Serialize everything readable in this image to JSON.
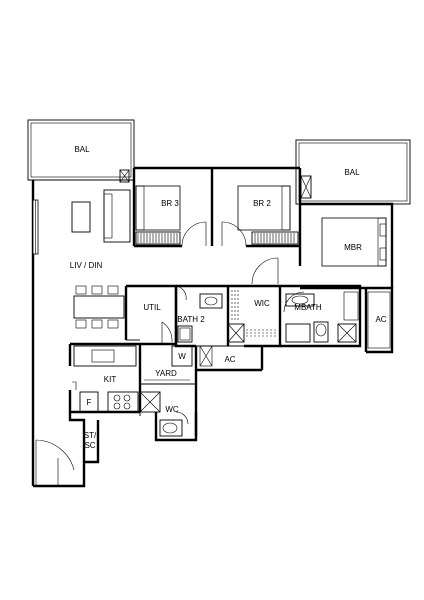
{
  "rooms": {
    "bal_left": "BAL",
    "bal_right": "BAL",
    "br3": "BR 3",
    "br2": "BR 2",
    "mbr": "MBR",
    "liv_din": "LIV / DIN",
    "util": "UTIL",
    "bath2": "BATH 2",
    "wic": "WIC",
    "mbath": "MBATH",
    "ac_right": "AC",
    "ac_mid": "AC",
    "w": "W",
    "yard": "YARD",
    "kit": "KIT",
    "f": "F",
    "wc": "WC",
    "st_sc_1": "ST/",
    "st_sc_2": "SC"
  }
}
